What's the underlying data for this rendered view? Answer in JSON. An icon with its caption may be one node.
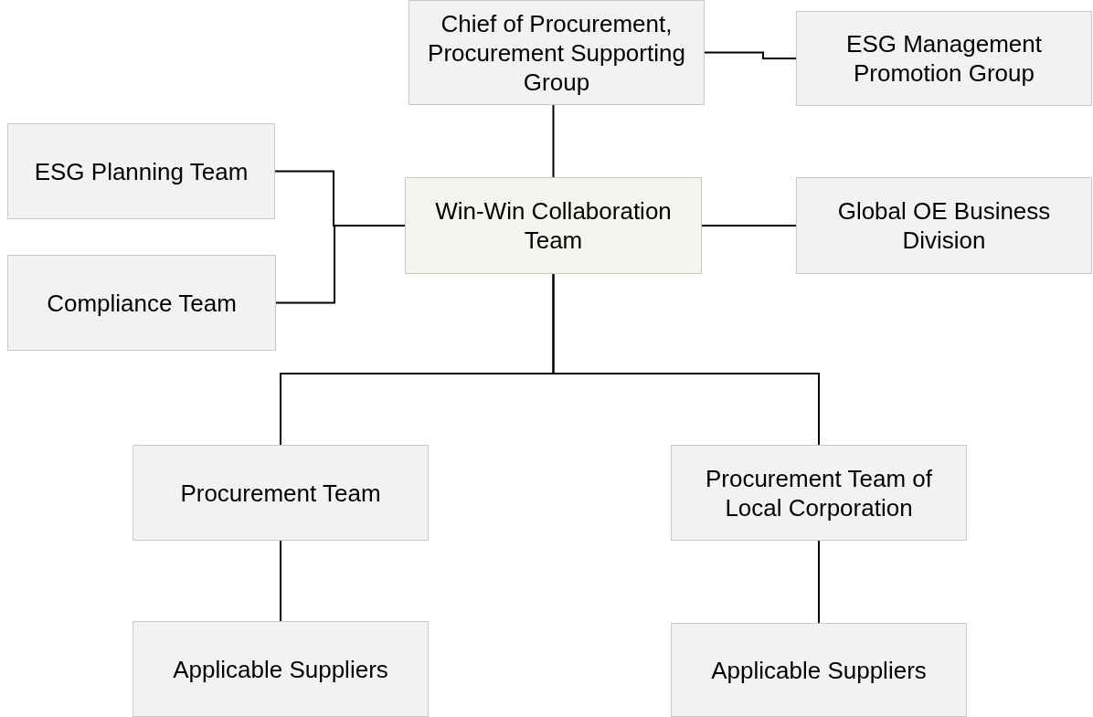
{
  "diagram": {
    "nodes": [
      {
        "text": [
          "Chief of Procurement, Procurement Supporting Group"
        ]
      },
      {
        "text": [
          "ESG Management Promotion Group"
        ]
      },
      {
        "text": [
          "ESG Planning Team"
        ]
      },
      {
        "text": [
          "Win-Win Collaboration Team"
        ]
      },
      {
        "text": [
          "Global OE Business Division"
        ]
      },
      {
        "text": [
          "Compliance Team"
        ]
      },
      {
        "text": [
          "Procurement Team"
        ]
      },
      {
        "text": [
          "Procurement Team of Local Corporation"
        ]
      },
      {
        "text": [
          "Applicable Suppliers"
        ]
      },
      {
        "text": [
          "Applicable Suppliers"
        ]
      }
    ],
    "edges": [
      {
        "from": 0,
        "to": 1,
        "arrow": "none"
      },
      {
        "from": 0,
        "to": 3,
        "arrow": "none"
      },
      {
        "from": 2,
        "to": 3,
        "arrow": "none"
      },
      {
        "from": 5,
        "to": 3,
        "arrow": "none"
      },
      {
        "from": 3,
        "to": 4,
        "arrow": "none"
      },
      {
        "from": 3,
        "to": 6,
        "arrow": "none"
      },
      {
        "from": 3,
        "to": 7,
        "arrow": "none"
      },
      {
        "from": 6,
        "to": 8,
        "arrow": "none"
      },
      {
        "from": 7,
        "to": 9,
        "arrow": "none"
      }
    ]
  }
}
